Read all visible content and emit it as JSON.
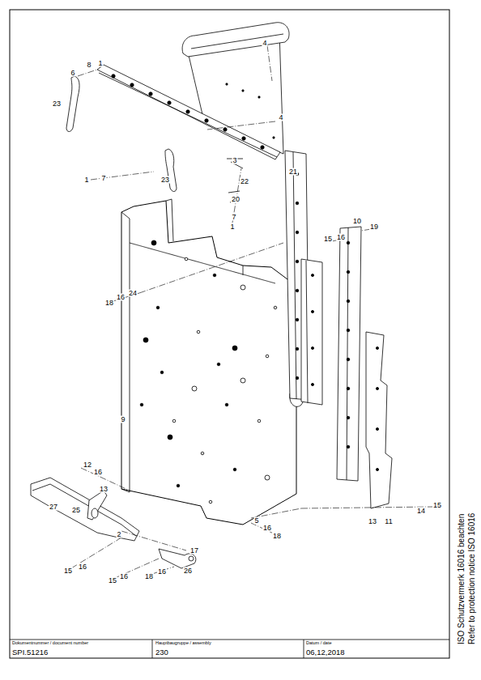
{
  "diagram": {
    "labels": [
      "4",
      "6",
      "8",
      "1",
      "4",
      "23",
      "3",
      "21",
      "1",
      "7",
      "23",
      "22",
      "20",
      "7",
      "1",
      "15",
      "16",
      "10",
      "19",
      "18",
      "16",
      "24",
      "9",
      "12",
      "16",
      "13",
      "25",
      "27",
      "2",
      "5",
      "16",
      "18",
      "15",
      "14",
      "13",
      "11",
      "17",
      "15",
      "16",
      "15",
      "16",
      "18",
      "16",
      "26",
      "Dokumentnummer / document number",
      "SPI.51216",
      "Hauptbaugruppe / assembly",
      "230",
      "Datum / date",
      "06,12,2018",
      "ISO Schutzvermerk 16016 beachten",
      "Refer to protection notice ISO 16016"
    ]
  }
}
